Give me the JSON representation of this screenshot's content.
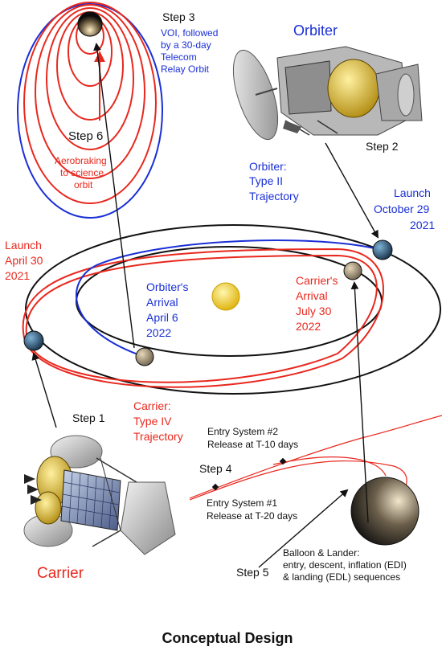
{
  "colors": {
    "black": "#111111",
    "red": "#e8281e",
    "blue": "#1a2fd6",
    "sun": "#f3d22a",
    "planet": "#9a9482"
  },
  "step3": {
    "title": "Step 3",
    "lines": [
      "VOI, followed",
      "by a 30-day",
      "Telecom",
      "Relay Orbit"
    ]
  },
  "step6": {
    "title": "Step 6",
    "lines": [
      "Aerobraking",
      "to science",
      "orbit"
    ]
  },
  "orbiter_title": "Orbiter",
  "step2": "Step 2",
  "orbiter_traj": [
    "Orbiter:",
    "Type II",
    "Trajectory"
  ],
  "launch_oct": [
    "Launch",
    "October 29",
    "2021"
  ],
  "launch_apr": [
    "Launch",
    "April 30",
    "2021"
  ],
  "orbiter_arrival": [
    "Orbiter's",
    "Arrival",
    "April 6",
    "2022"
  ],
  "carrier_arrival": [
    "Carrier's",
    "Arrival",
    "July 30",
    "2022"
  ],
  "step1": "Step 1",
  "carrier_traj": [
    "Carrier:",
    "Type IV",
    "Trajectory"
  ],
  "entry2": [
    "Entry System #2",
    "Release at T-10 days"
  ],
  "step4": "Step 4",
  "entry1": [
    "Entry System #1",
    "Release at T-20 days"
  ],
  "carrier_title": "Carrier",
  "step5": "Step 5",
  "balloon": [
    "Balloon & Lander:",
    "entry, descent, inflation (EDI)",
    "& landing (EDL) sequences"
  ],
  "footer": "Conceptual Design"
}
